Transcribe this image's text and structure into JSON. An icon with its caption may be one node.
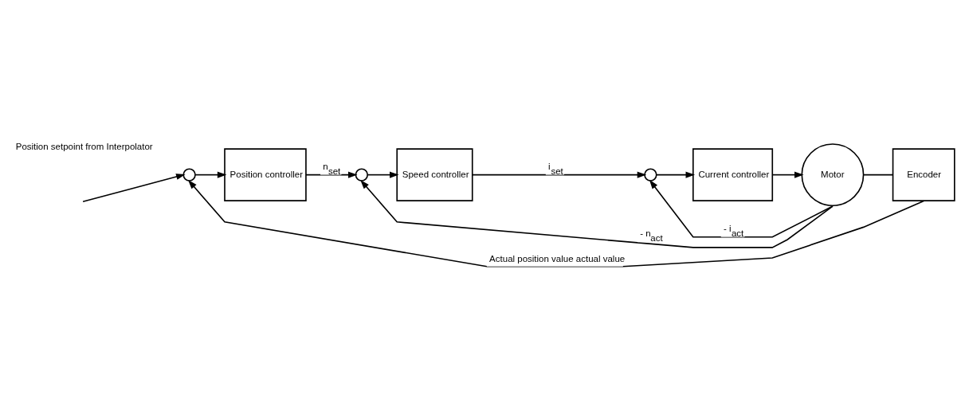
{
  "diagram": {
    "nodes": [
      {
        "text": [],
        "shape": "circle"
      },
      {
        "text": [
          "Position controller"
        ]
      },
      {
        "text": [],
        "shape": "circle"
      },
      {
        "text": [
          "Speed controller"
        ]
      },
      {
        "text": [],
        "shape": "circle"
      },
      {
        "text": [
          "Current controller"
        ]
      },
      {
        "text": [
          "Motor"
        ]
      },
      {
        "text": [
          "Encoder"
        ]
      }
    ],
    "edges": [
      {
        "from": null,
        "to": 0,
        "arrow": "to"
      },
      {
        "from": 0,
        "to": 1,
        "arrow": "to"
      },
      {
        "from": 1,
        "to": 2,
        "arrow": "to",
        "label": "n$_{set}$"
      },
      {
        "from": 2,
        "to": 3,
        "arrow": "to"
      },
      {
        "from": 3,
        "to": 4,
        "arrow": "to",
        "label": "i$_{set}$"
      },
      {
        "from": 4,
        "to": 5,
        "arrow": "to"
      },
      {
        "from": 5,
        "to": 6,
        "arrow": "to"
      },
      {
        "from": 6,
        "to": 7,
        "arrow": "none"
      },
      {
        "from": 6,
        "to": 4,
        "arrow": "to",
        "label": "- i$_{act}$"
      },
      {
        "from": 6,
        "to": 2,
        "arrow": "to",
        "label": "- n$_{act}$"
      },
      {
        "from": 7,
        "to": 0,
        "arrow": "to",
        "label": "Actual position value actual value"
      }
    ],
    "labels": [
      "Position setpoint from Interpolator"
    ]
  }
}
